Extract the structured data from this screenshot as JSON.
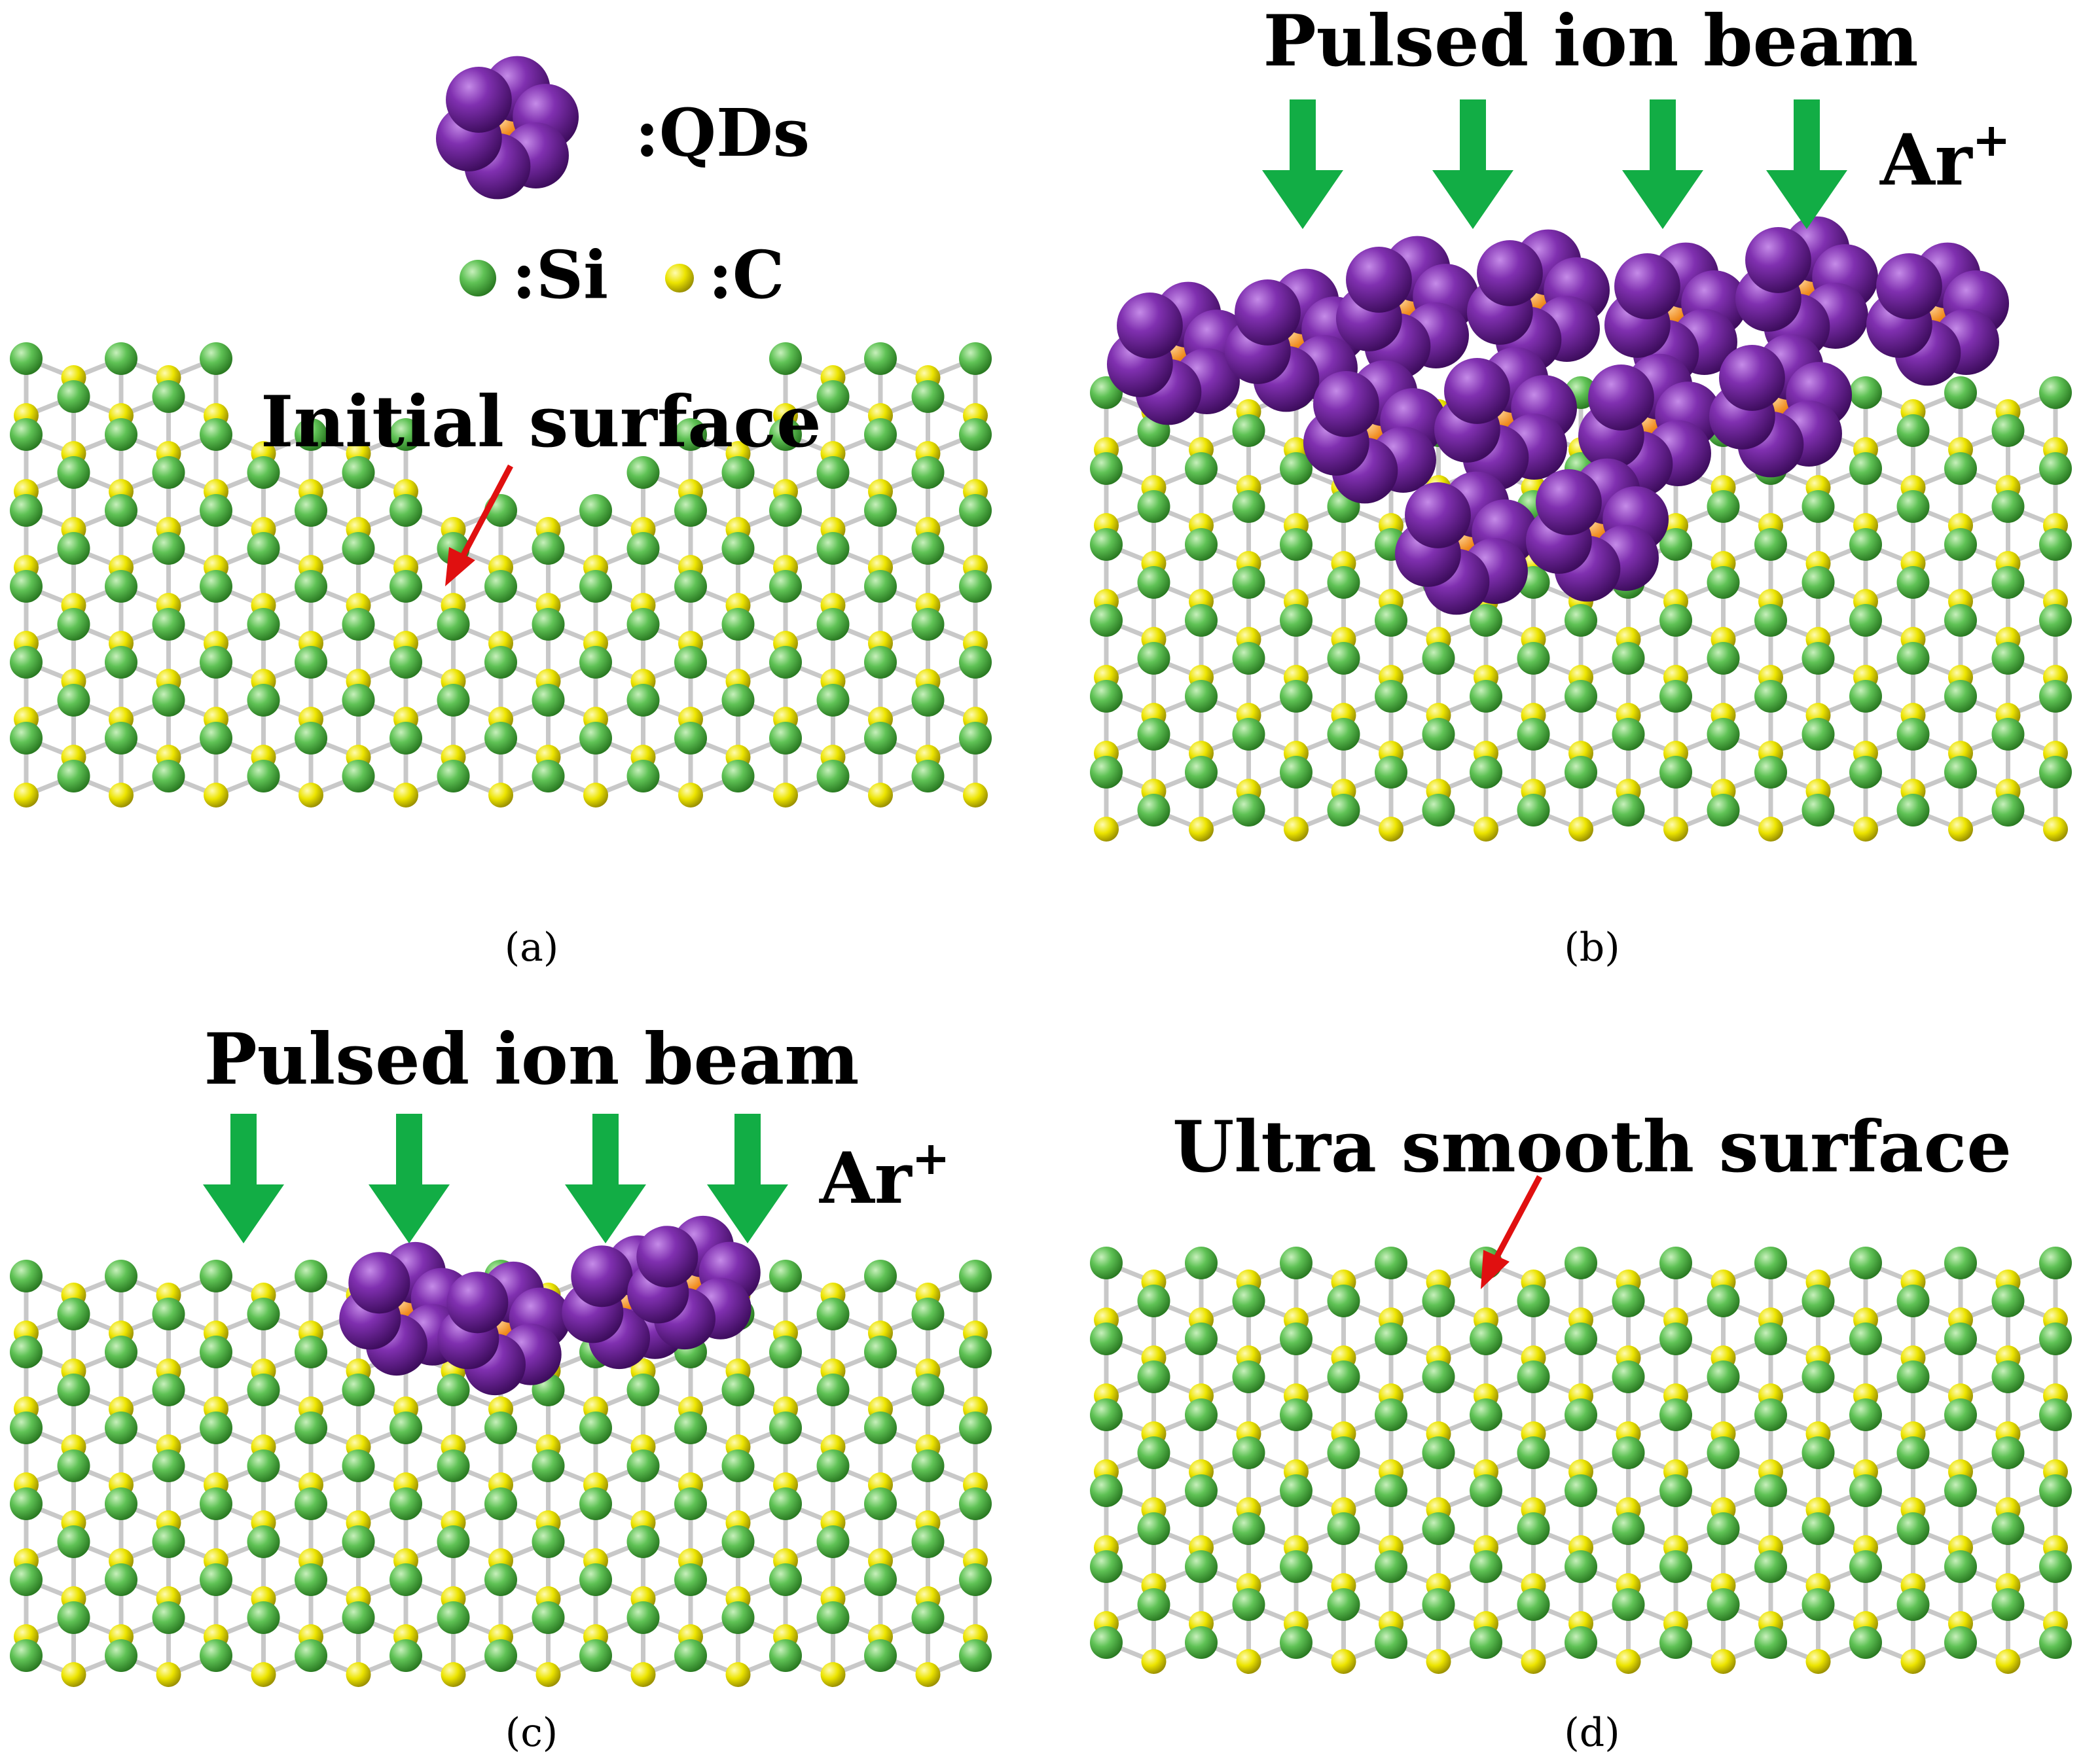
{
  "legend": {
    "qds_label": ":QDs",
    "si_label": ":Si",
    "c_label": ":C"
  },
  "panels": {
    "a": {
      "caption": "(a)",
      "annotation": "Initial surface"
    },
    "b": {
      "caption": "(b)",
      "title": "Pulsed ion beam",
      "ion_base": "Ar",
      "ion_charge": "+"
    },
    "c": {
      "caption": "(c)",
      "title": "Pulsed ion beam",
      "ion_base": "Ar",
      "ion_charge": "+"
    },
    "d": {
      "caption": "(d)",
      "annotation": "Ultra smooth surface"
    }
  },
  "colors": {
    "si": "#4cb848",
    "c": "#e8e000",
    "qd_shell": "#7a2aa0",
    "qd_core": "#f08a1c",
    "ion_arrow": "#12ad45",
    "pointer_arrow": "#e01010",
    "bond": "#c8c8c8"
  }
}
